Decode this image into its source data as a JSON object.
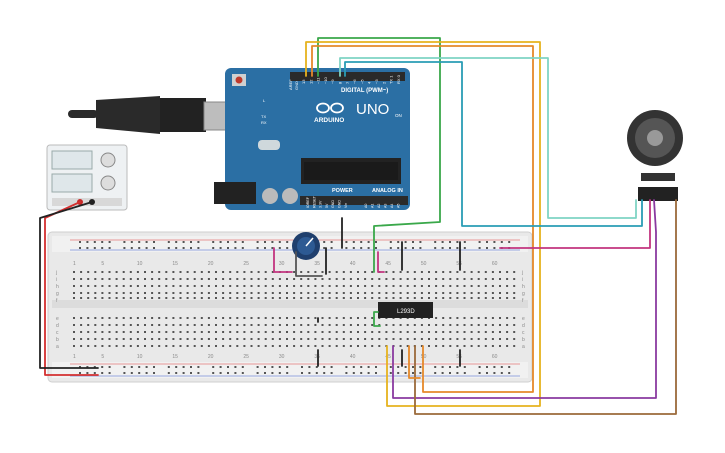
{
  "arduino": {
    "brand": "ARDUINO",
    "model": "UNO",
    "digital_label": "DIGITAL (PWM~)",
    "power_label": "POWER",
    "analog_label": "ANALOG IN",
    "on_label": "ON",
    "tx_label": "TX",
    "rx_label": "RX",
    "l_label": "L",
    "aref_label": "AREF",
    "gnd_label": "GND",
    "digital_pins": [
      "13",
      "12",
      "~11",
      "~10",
      "~9",
      "8",
      "7",
      "~6",
      "~5",
      "4",
      "~3",
      "2",
      "TX 1",
      "RX 0"
    ],
    "power_pins": [
      "IOREF",
      "RESET",
      "3.3V",
      "5V",
      "GND",
      "GND",
      "Vin"
    ],
    "analog_pins": [
      "A0",
      "A1",
      "A2",
      "A3",
      "A4",
      "A5"
    ],
    "colors": {
      "board": "#2b6fa4",
      "header": "#2a2a2a",
      "text": "#ffffff"
    }
  },
  "motor_driver": {
    "label": "L293D"
  },
  "breadboard": {
    "row_letters_top": [
      "j",
      "i",
      "h",
      "g",
      "f"
    ],
    "row_letters_bottom": [
      "e",
      "d",
      "c",
      "b",
      "a"
    ],
    "column_numbers": [
      "1",
      "5",
      "10",
      "15",
      "20",
      "25",
      "30",
      "35",
      "40",
      "45",
      "50",
      "55",
      "60"
    ]
  },
  "power_supply": {
    "name": "dc-power-supply"
  },
  "potentiometer": {
    "name": "potentiometer"
  },
  "motor": {
    "name": "dc-motor-with-encoder"
  },
  "wire_colors": {
    "red": "#d32f2f",
    "black": "#222222",
    "green": "#3aa84a",
    "orange": "#e5892a",
    "yellow": "#e6b21e",
    "teal": "#2a9db5",
    "mint": "#7fd4c4",
    "magenta": "#c2357f",
    "purple": "#8a3aa0",
    "brown": "#9b6a3a",
    "gray": "#555555"
  }
}
